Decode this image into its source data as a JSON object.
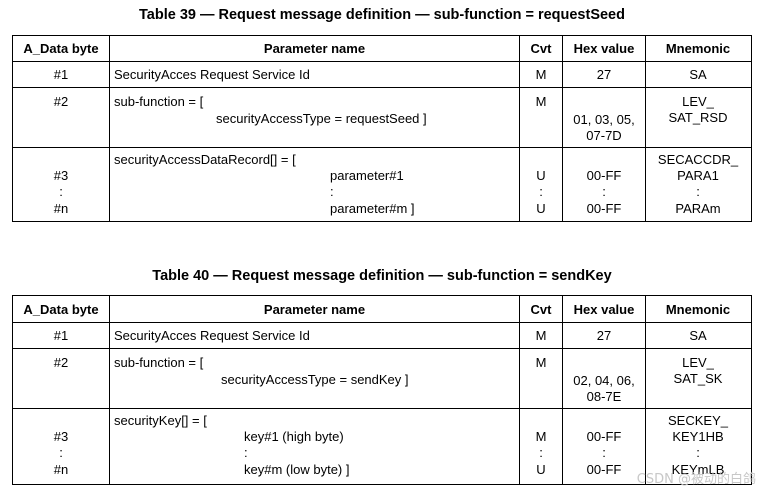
{
  "table39": {
    "caption": "Table 39 — Request message definition — sub-function = requestSeed",
    "headers": {
      "a_data_byte": "A_Data byte",
      "parameter_name": "Parameter name",
      "cvt": "Cvt",
      "hex_value": "Hex value",
      "mnemonic": "Mnemonic"
    },
    "row1": {
      "byte": "#1",
      "param": "SecurityAcces Request Service Id",
      "cvt": "M",
      "hex": "27",
      "mnemonic": "SA"
    },
    "row2": {
      "byte": "#2",
      "param_line1": "sub-function = [",
      "param_line2": "securityAccessType = requestSeed ]",
      "cvt": "M",
      "hex_line1": "01, 03, 05,",
      "hex_line2": "07-7D",
      "mnemonic_line1": "LEV_",
      "mnemonic_line2": "SAT_RSD"
    },
    "row3": {
      "byte_first": "#3",
      "byte_dots": ":",
      "byte_last": "#n",
      "param_line1": "securityAccessDataRecord[] = [",
      "param_line2": "parameter#1",
      "param_dots": ":",
      "param_line3": "parameter#m ]",
      "cvt_first": "U",
      "cvt_dots": ":",
      "cvt_last": "U",
      "hex_first": "00-FF",
      "hex_dots": ":",
      "hex_last": "00-FF",
      "mnemonic_line1": "SECACCDR_",
      "mnemonic_line2": "PARA1",
      "mnemonic_dots": ":",
      "mnemonic_last": "PARAm"
    }
  },
  "table40": {
    "caption": "Table 40 — Request message definition — sub-function = sendKey",
    "headers": {
      "a_data_byte": "A_Data byte",
      "parameter_name": "Parameter name",
      "cvt": "Cvt",
      "hex_value": "Hex value",
      "mnemonic": "Mnemonic"
    },
    "row1": {
      "byte": "#1",
      "param": "SecurityAcces Request Service Id",
      "cvt": "M",
      "hex": "27",
      "mnemonic": "SA"
    },
    "row2": {
      "byte": "#2",
      "param_line1": "sub-function = [",
      "param_line2": "securityAccessType = sendKey ]",
      "cvt": "M",
      "hex_line1": "02, 04, 06,",
      "hex_line2": "08-7E",
      "mnemonic_line1": "LEV_",
      "mnemonic_line2": "SAT_SK"
    },
    "row3": {
      "byte_first": "#3",
      "byte_dots": ":",
      "byte_last": "#n",
      "param_line1": "securityKey[] = [",
      "param_line2": "key#1 (high byte)",
      "param_dots": ":",
      "param_line3": "key#m (low byte) ]",
      "cvt_first": "M",
      "cvt_dots": ":",
      "cvt_last": "U",
      "hex_first": "00-FF",
      "hex_dots": ":",
      "hex_last": "00-FF",
      "mnemonic_line1": "SECKEY_",
      "mnemonic_line2": "KEY1HB",
      "mnemonic_dots": ":",
      "mnemonic_last": "KEYmLB"
    }
  },
  "watermark": "CSDN @被动的白鸽"
}
